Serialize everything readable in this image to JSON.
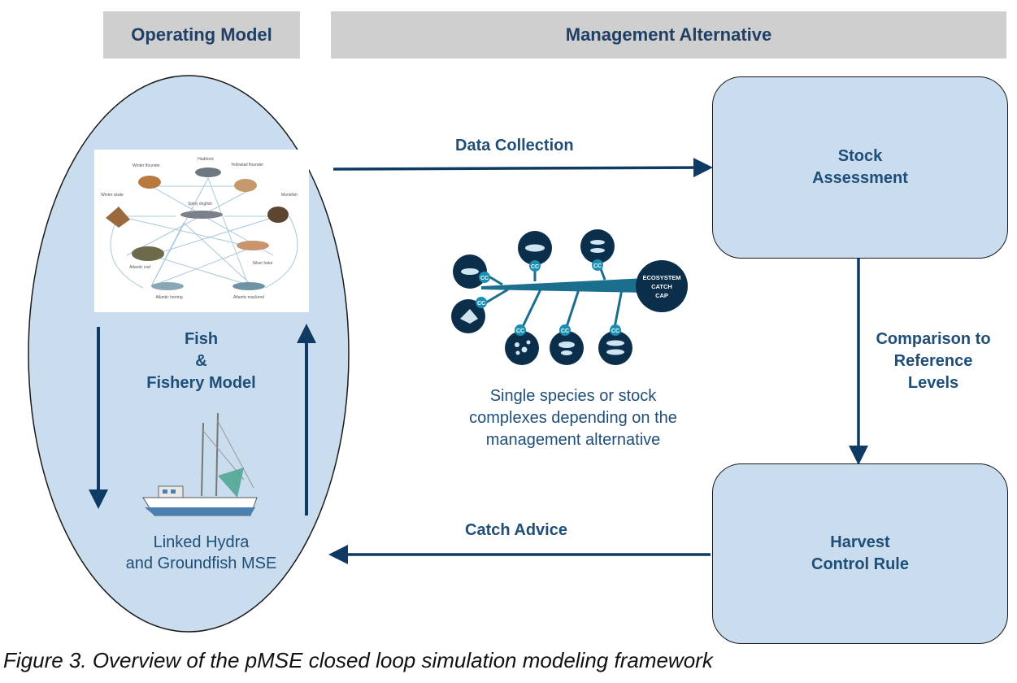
{
  "headers": {
    "operating_model": "Operating Model",
    "management_alternative": "Management Alternative"
  },
  "boxes": {
    "stock_line1": "Stock",
    "stock_line2": "Assessment",
    "harvest_line1": "Harvest",
    "harvest_line2": "Control Rule"
  },
  "flows": {
    "data_collection": "Data Collection",
    "catch_advice": "Catch Advice",
    "comparison_line1": "Comparison to",
    "comparison_line2": "Reference",
    "comparison_line3": "Levels"
  },
  "operating_model": {
    "fish_line1": "Fish",
    "fish_line2": "&",
    "fish_line3": "Fishery Model",
    "linked_line1": "Linked Hydra",
    "linked_line2": "and Groundfish MSE"
  },
  "food_web": {
    "species": [
      "Winter flounder",
      "Haddock",
      "Yellowtail flounder",
      "Winter skate",
      "Spiny dogfish",
      "Monkfish",
      "Atlantic cod",
      "Silver hake",
      "Atlantic herring",
      "Atlantic mackerel"
    ]
  },
  "ecosystem": {
    "cap_line1": "ECOSYSTEM",
    "cap_line2": "CATCH",
    "cap_line3": "CAP",
    "cc_label": "CC",
    "desc_line1": "Single species or stock",
    "desc_line2": "complexes depending on the",
    "desc_line3": "management alternative"
  },
  "caption": "Figure 3. Overview of the pMSE closed loop simulation modeling framework",
  "colors": {
    "header_bg": "#cfcfcf",
    "box_fill": "#c9ddef",
    "arrow": "#0f3a63",
    "text": "#1f4e79",
    "eco_node": "#0b2e4a",
    "eco_branch": "#1a6e8e"
  }
}
